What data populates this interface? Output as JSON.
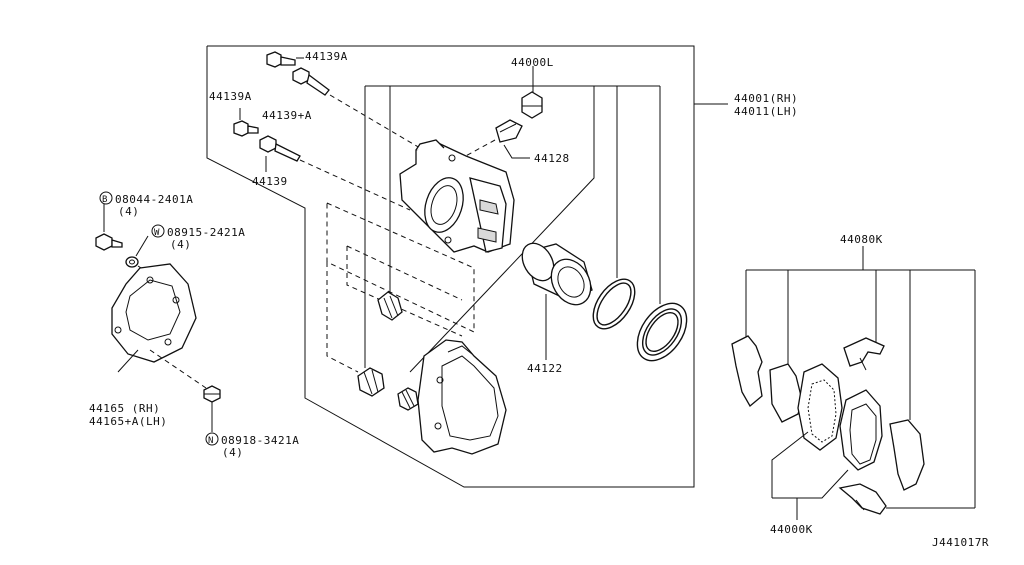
{
  "labels": {
    "bolt_top": "44139A",
    "bolt_left": "44139A",
    "pin_plus": "44139+A",
    "pin": "44139",
    "bolt_b": "08044-2401A",
    "bolt_b_qty": "(4)",
    "washer_w": "08915-2421A",
    "washer_w_qty": "(4)",
    "seal_kit": "44000L",
    "caliper_rh": "44001(RH)",
    "caliper_lh": "44011(LH)",
    "bleeder": "44128",
    "piston": "44122",
    "pad_kit_top": "44080K",
    "plate_rh": "44165   (RH)",
    "plate_lh": "44165+A(LH)",
    "nut_n": "08918-3421A",
    "nut_n_qty": "(4)",
    "pad_kit_bottom": "44000K",
    "diagram_code": "J441017R"
  },
  "markers": {
    "b": "B",
    "w": "W",
    "n": "N"
  }
}
